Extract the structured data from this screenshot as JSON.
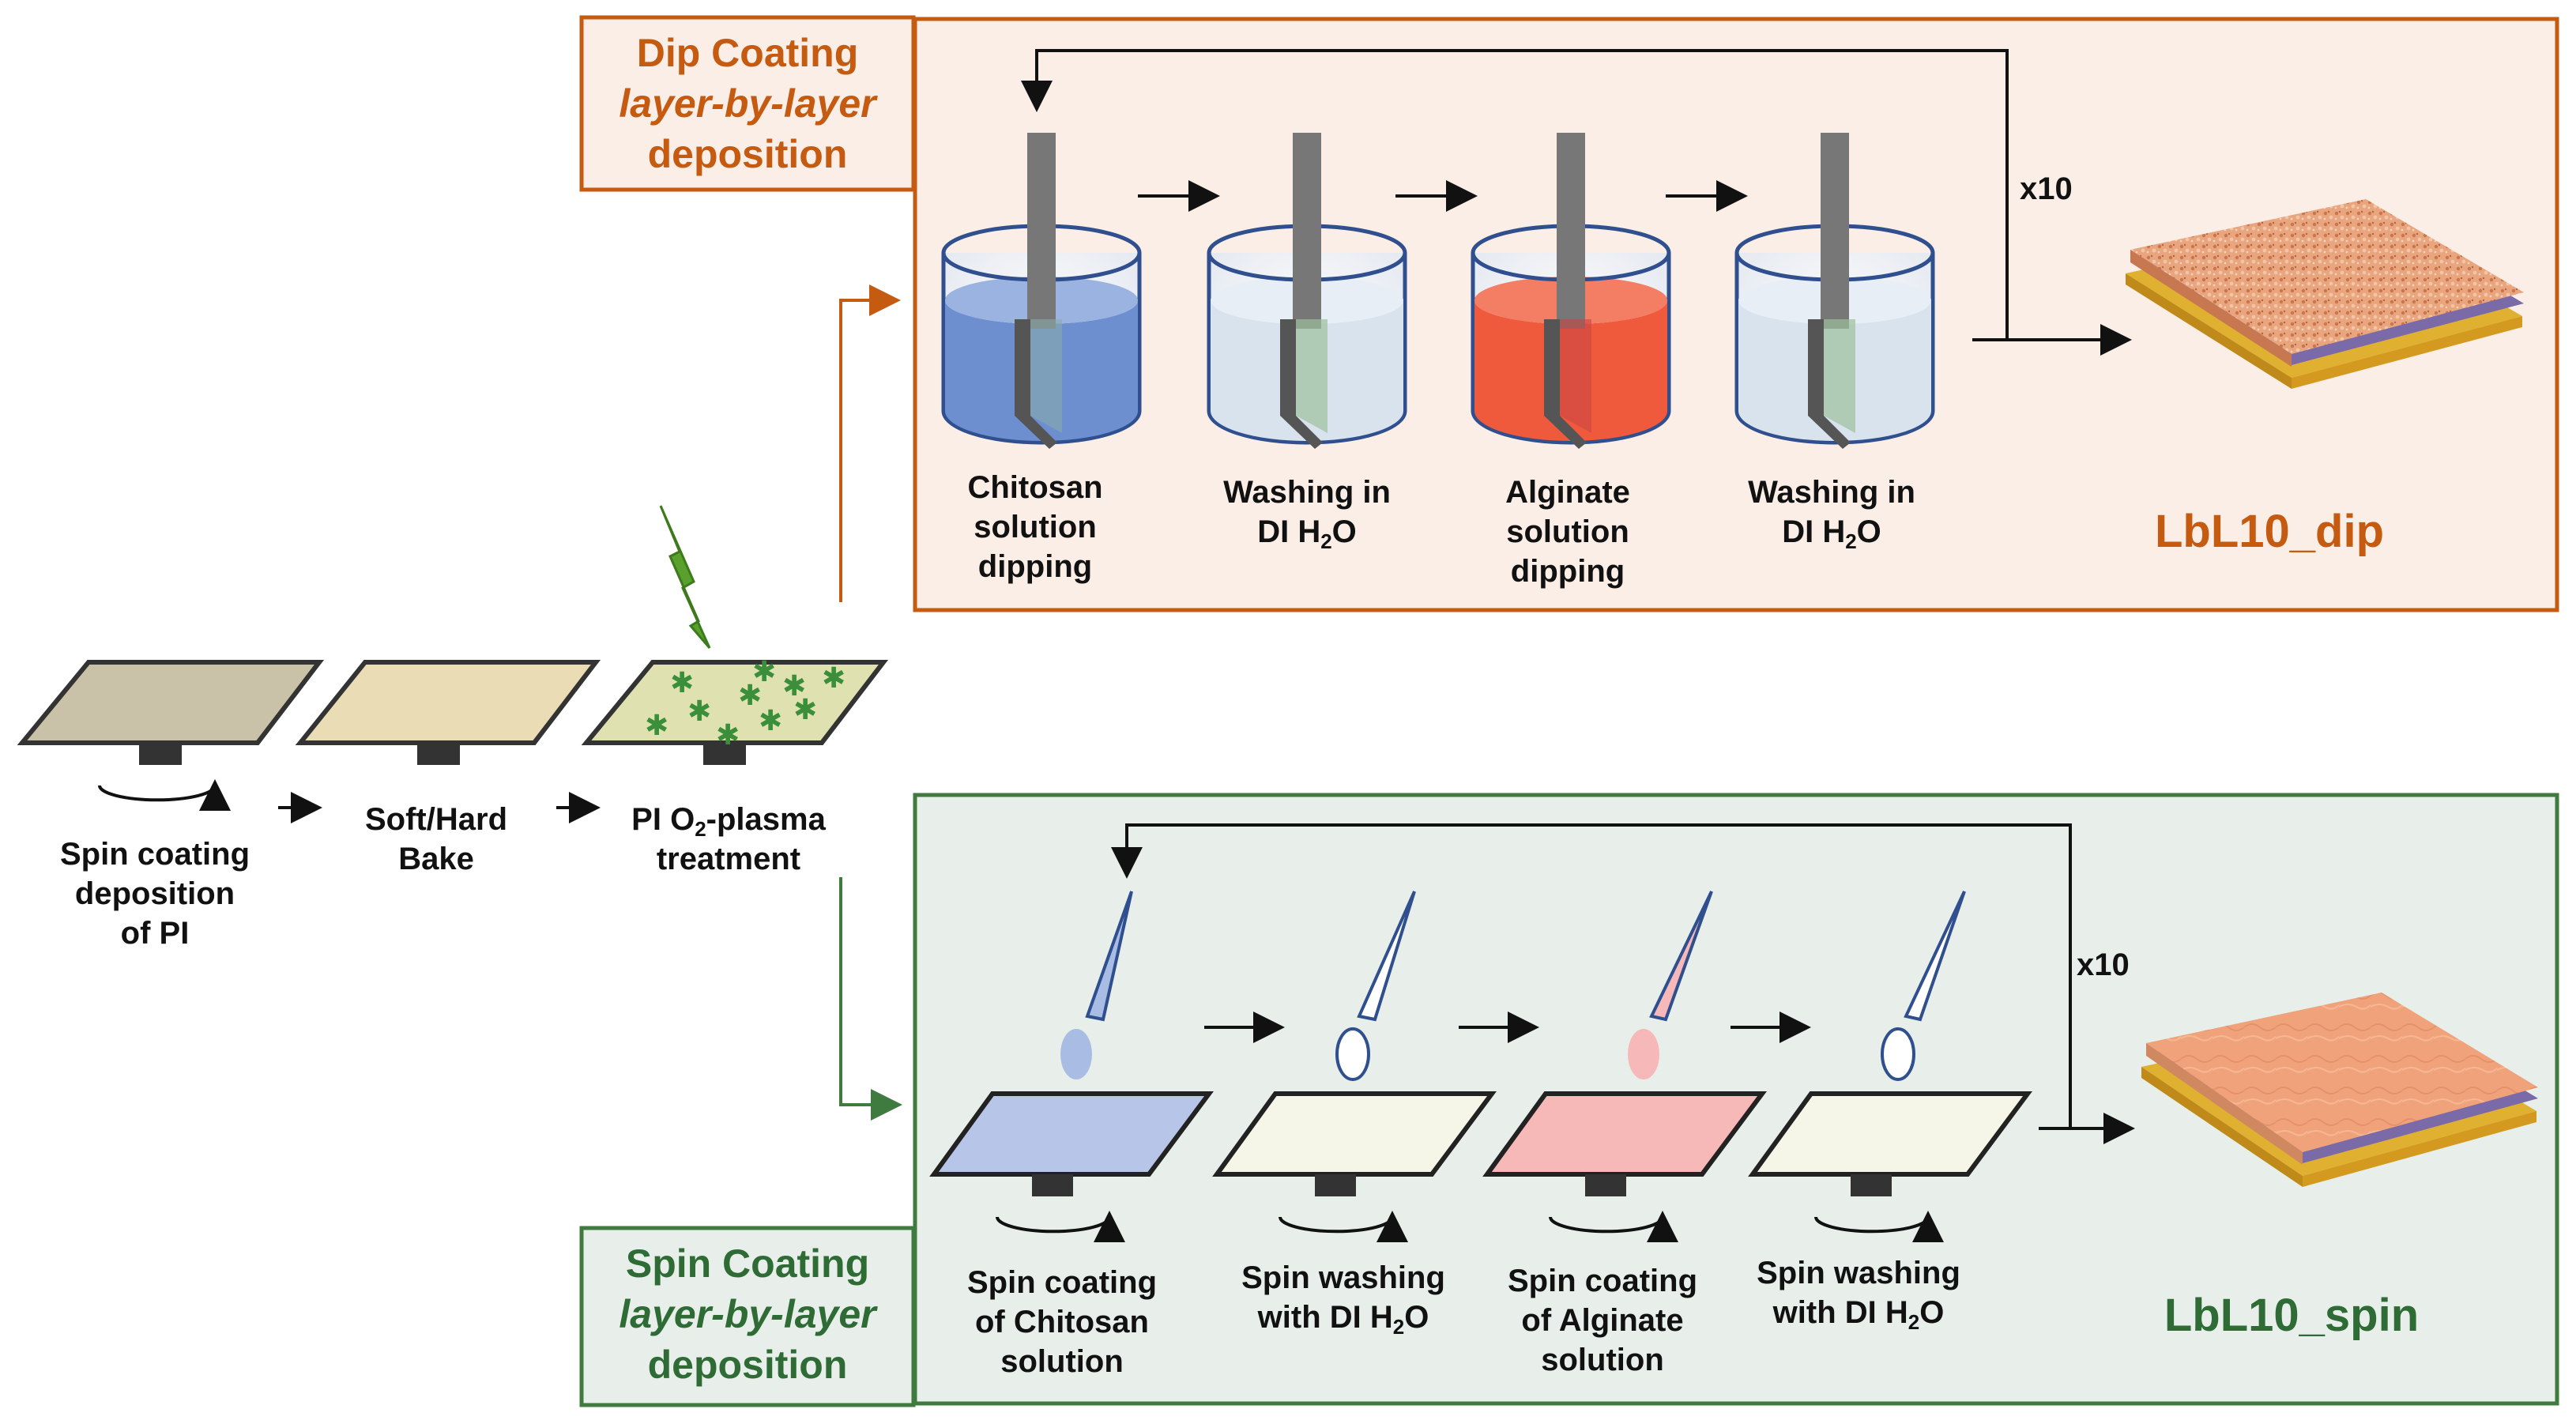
{
  "colors": {
    "dip_border": "#c55a11",
    "dip_bg": "#fbeee7",
    "dip_title": "#c55a11",
    "spin_border": "#3f7a3f",
    "spin_bg": "#e8efea",
    "spin_title": "#2e6b35",
    "chitosan": "#6e8fcf",
    "alginate": "#f05a3c",
    "water": "#d9e3ee",
    "plasma": "#5aa02c",
    "sample_dip": "#e49a6e",
    "sample_spin": "#f0a37a"
  },
  "pretreatment": {
    "step1": [
      "Spin coating",
      "deposition",
      "of PI"
    ],
    "step2": [
      "Soft/Hard",
      "Bake"
    ],
    "step3_prefix": "PI O",
    "step3_sub": "2",
    "step3_suffix": "-plasma",
    "step3_line2": "treatment"
  },
  "dip": {
    "title_line1": "Dip Coating",
    "title_line2": "layer-by-layer",
    "title_line3": "deposition",
    "repeat": "x10",
    "step1": [
      "Chitosan",
      "solution",
      "dipping"
    ],
    "step2_line1": "Washing in",
    "step2_line2_prefix": "DI H",
    "step2_line2_sub": "2",
    "step2_line2_suffix": "O",
    "step3": [
      "Alginate",
      "solution",
      "dipping"
    ],
    "step4_line1": "Washing in",
    "step4_line2_prefix": "DI H",
    "step4_line2_sub": "2",
    "step4_line2_suffix": "O",
    "result": "LbL10_dip"
  },
  "spin": {
    "title_line1": "Spin Coating",
    "title_line2": "layer-by-layer",
    "title_line3": "deposition",
    "repeat": "x10",
    "step1": [
      "Spin coating",
      "of Chitosan",
      "solution"
    ],
    "step2_line1": "Spin washing",
    "step2_line2_prefix": "with DI H",
    "step2_line2_sub": "2",
    "step2_line2_suffix": "O",
    "step3": [
      "Spin coating",
      "of Alginate",
      "solution"
    ],
    "step4_line1": "Spin washing",
    "step4_line2_prefix": "with DI H",
    "step4_line2_sub": "2",
    "step4_line2_suffix": "O",
    "result": "LbL10_spin"
  }
}
